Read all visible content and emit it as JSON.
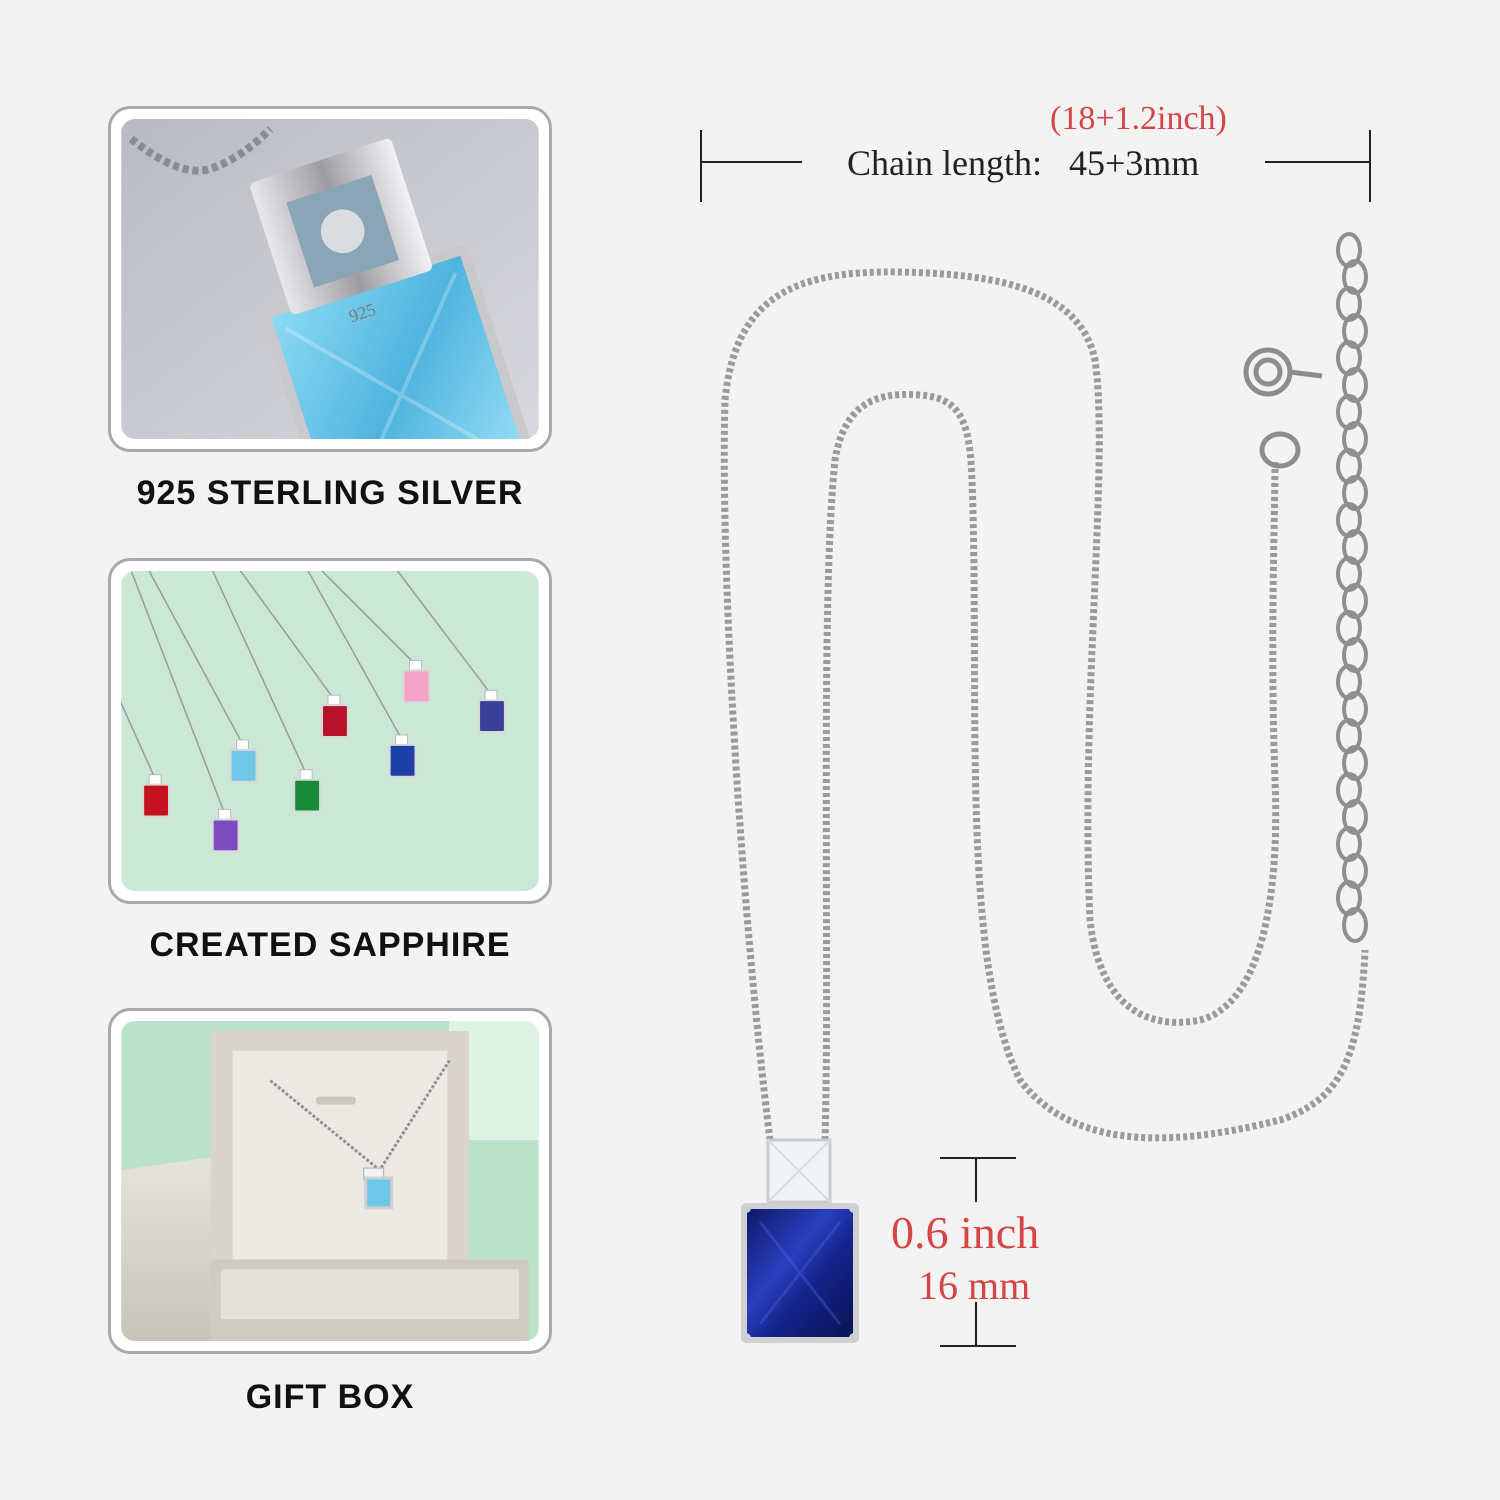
{
  "panels": [
    {
      "caption": "925 STERLING SILVER",
      "stamp": "925"
    },
    {
      "caption": "CREATED SAPPHIRE"
    },
    {
      "caption": "GIFT BOX"
    }
  ],
  "chain_dimension": {
    "inch": "(18+1.2inch)",
    "mm_label": "Chain length:",
    "mm_value": "45+3mm"
  },
  "pendant_dimension": {
    "inch": "0.6 inch",
    "mm": "16 mm"
  },
  "colors": {
    "background": "#f3f3f3",
    "dimension_red": "#d64545",
    "sapphire_blue": "#1a2a8c",
    "silver": "#9a9a9a",
    "aquamarine": "#6cc8e6",
    "mint_background": "#cbe8d6"
  },
  "gem_colors": [
    "#c4121f",
    "#7d4bbd",
    "#6cc8e6",
    "#1a8a3a",
    "#b8112a",
    "#1e3fa8",
    "#f4a3c4",
    "#3b3f9a"
  ]
}
